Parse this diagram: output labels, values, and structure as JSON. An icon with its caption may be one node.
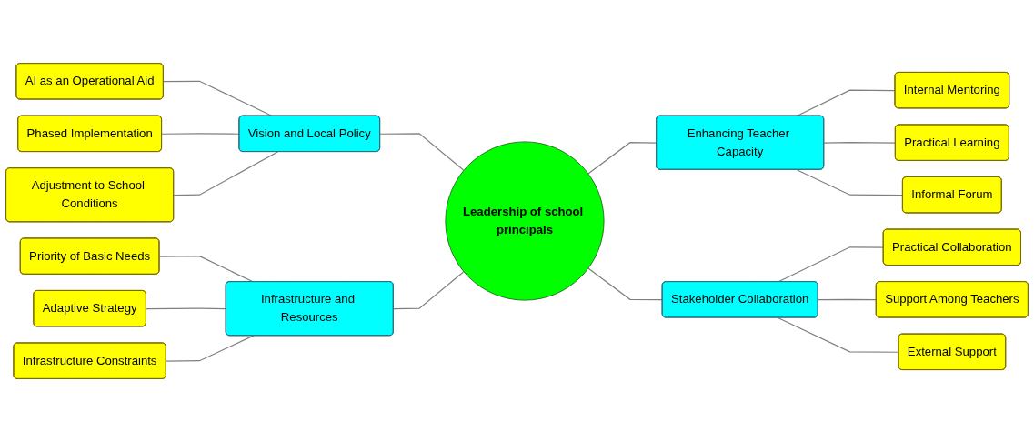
{
  "diagram": {
    "nodes": [
      {
        "text": [
          "AI as an Operational Aid"
        ]
      },
      {
        "text": [
          "Phased Implementation"
        ]
      },
      {
        "text": [
          "Adjustment to School Conditions"
        ]
      },
      {
        "text": [
          "Vision and Local Policy"
        ]
      },
      {
        "text": [
          "Priority of Basic Needs"
        ]
      },
      {
        "text": [
          "Adaptive Strategy"
        ]
      },
      {
        "text": [
          "Infrastructure Constraints"
        ]
      },
      {
        "text": [
          "Infrastructure and Resources"
        ]
      },
      {
        "text": [
          "Leadership of school principals"
        ]
      },
      {
        "text": [
          "Enhancing Teacher Capacity"
        ]
      },
      {
        "text": [
          "Stakeholder Collaboration"
        ]
      },
      {
        "text": [
          "Internal Mentoring"
        ]
      },
      {
        "text": [
          "Practical Learning"
        ]
      },
      {
        "text": [
          "Informal Forum"
        ]
      },
      {
        "text": [
          "Practical Collaboration"
        ]
      },
      {
        "text": [
          "Support Among Teachers"
        ]
      },
      {
        "text": [
          "External Support"
        ]
      }
    ],
    "edges": [
      {
        "from": 0,
        "to": 3,
        "arrow": "none"
      },
      {
        "from": 1,
        "to": 3,
        "arrow": "none"
      },
      {
        "from": 2,
        "to": 3,
        "arrow": "none"
      },
      {
        "from": 4,
        "to": 7,
        "arrow": "none"
      },
      {
        "from": 5,
        "to": 7,
        "arrow": "none"
      },
      {
        "from": 6,
        "to": 7,
        "arrow": "none"
      },
      {
        "from": 3,
        "to": 8,
        "arrow": "none"
      },
      {
        "from": 7,
        "to": 8,
        "arrow": "none"
      },
      {
        "from": 8,
        "to": 9,
        "arrow": "none"
      },
      {
        "from": 8,
        "to": 10,
        "arrow": "none"
      },
      {
        "from": 9,
        "to": 11,
        "arrow": "none"
      },
      {
        "from": 9,
        "to": 12,
        "arrow": "none"
      },
      {
        "from": 9,
        "to": 13,
        "arrow": "none"
      },
      {
        "from": 10,
        "to": 14,
        "arrow": "none"
      },
      {
        "from": 10,
        "to": 15,
        "arrow": "none"
      },
      {
        "from": 10,
        "to": 16,
        "arrow": "none"
      }
    ]
  }
}
